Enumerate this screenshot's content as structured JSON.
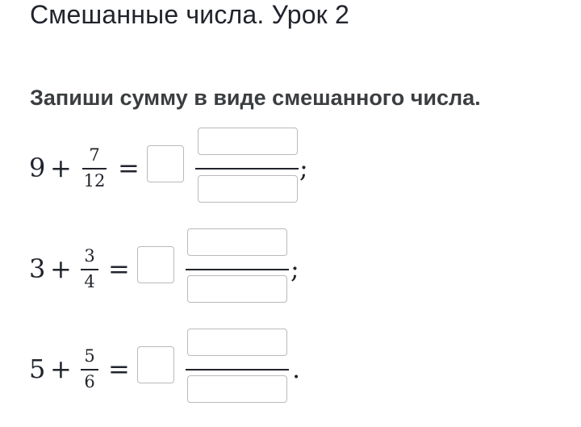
{
  "header": {
    "title": "Смешанные числа. Урок 2"
  },
  "task": {
    "instruction": "Запиши сумму в виде смешанного числа."
  },
  "problems": [
    {
      "whole": "9",
      "plus": "+",
      "numerator": "7",
      "denominator": "12",
      "equals": "=",
      "end": ";",
      "answer": {
        "whole": "",
        "numerator": "",
        "denominator": ""
      }
    },
    {
      "whole": "3",
      "plus": "+",
      "numerator": "3",
      "denominator": "4",
      "equals": "=",
      "end": ";",
      "answer": {
        "whole": "",
        "numerator": "",
        "denominator": ""
      }
    },
    {
      "whole": "5",
      "plus": "+",
      "numerator": "5",
      "denominator": "6",
      "equals": "=",
      "end": ".",
      "answer": {
        "whole": "",
        "numerator": "",
        "denominator": ""
      }
    }
  ]
}
